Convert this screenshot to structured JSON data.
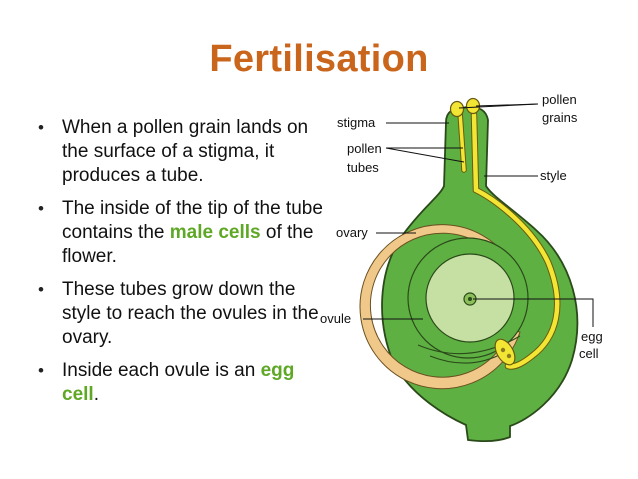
{
  "title": "Fertilisation",
  "bullets": [
    {
      "before": "When a pollen grain lands on the surface of a stigma, it produces a tube.",
      "highlight": "",
      "after": ""
    },
    {
      "before": "The inside of the tip of the tube contains the ",
      "highlight": "male cells",
      "after": " of the flower."
    },
    {
      "before": "These tubes grow down the style to reach the ovules in the ovary.",
      "highlight": "",
      "after": ""
    },
    {
      "before": "Inside each ovule is an ",
      "highlight": "egg cell",
      "after": "."
    }
  ],
  "bullet_symbol": "•",
  "labels": {
    "pollen_grains": [
      "pollen",
      "grains"
    ],
    "stigma": "stigma",
    "pollen_tubes": [
      "pollen",
      "tubes"
    ],
    "style": "style",
    "ovary": "ovary",
    "ovule": "ovule",
    "egg_cell": [
      "egg",
      "cell"
    ]
  },
  "colors": {
    "title": "#c9661c",
    "highlight": "#5fa826",
    "ovary_green": "#5fb043",
    "ovule_inner": "#c6dfa3",
    "tan_layer": "#f0c98a",
    "pollen_yellow": "#f3e533",
    "outline": "#2a4a1a"
  }
}
